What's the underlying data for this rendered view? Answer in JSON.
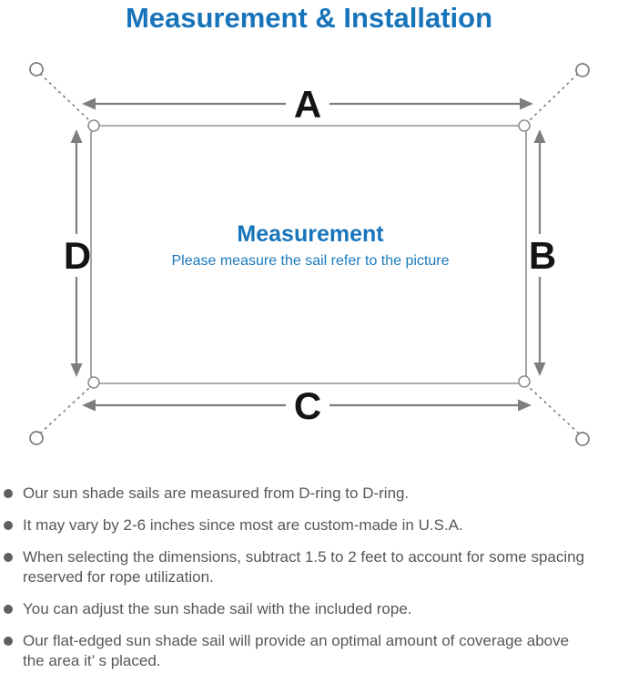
{
  "title": "Measurement & Installation",
  "diagram": {
    "labels": {
      "top": "A",
      "right": "B",
      "bottom": "C",
      "left": "D"
    },
    "center_heading": "Measurement",
    "center_subtitle": "Please measure the sail refer to the picture",
    "colors": {
      "accent_blue": "#1774ba",
      "arrow_gray": "#7e7e7e",
      "outline_gray": "#8f8f8f",
      "label_black": "#141414"
    }
  },
  "bullets": [
    {
      "lines": [
        "Our sun shade sails are measured from D-ring to D-ring."
      ]
    },
    {
      "lines": [
        "It may vary by 2-6 inches since most are custom-made in U.S.A."
      ]
    },
    {
      "lines": [
        "When selecting the dimensions, subtract 1.5 to 2 feet to account for some spacing",
        "reserved for rope utilization."
      ]
    },
    {
      "lines": [
        "You can adjust the sun shade sail with the included rope."
      ]
    },
    {
      "lines": [
        "Our flat-edged sun shade sail will provide an optimal amount of coverage above",
        "the area it’ s placed."
      ]
    }
  ]
}
